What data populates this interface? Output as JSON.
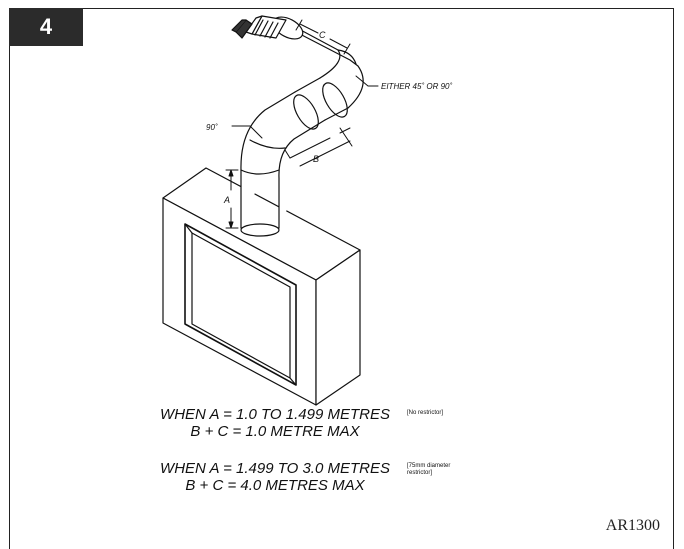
{
  "figure_number": "4",
  "labels": {
    "a": "A",
    "b": "B",
    "c": "C",
    "elbow_bottom": "90˚",
    "elbow_top": "EITHER 45˚ OR 90˚"
  },
  "conditions": [
    {
      "line1": "WHEN A = 1.0 TO 1.499 METRES",
      "line2": "B + C = 1.0 METRE MAX",
      "note": "[No restrictor]"
    },
    {
      "line1": "WHEN A = 1.499 TO 3.0 METRES",
      "line2": "B + C = 4.0 METRES MAX",
      "note_line1": "[75mm diameter",
      "note_line2": "restrictor]"
    }
  ],
  "drawing_code": "AR1300"
}
